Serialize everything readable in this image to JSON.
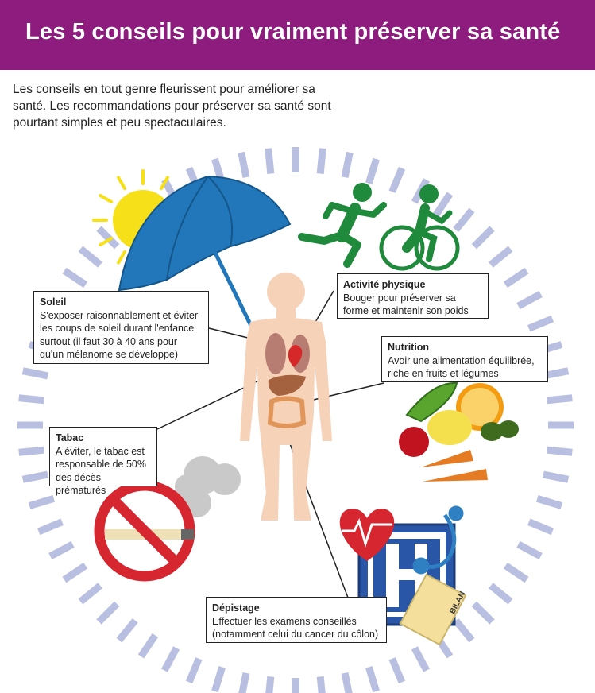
{
  "header": {
    "title": "Les 5 conseils pour vraiment préserver sa santé"
  },
  "intro": "Les conseils en tout genre fleurissent pour améliorer sa santé. Les recommandations pour préserver sa santé sont pourtant simples et peu spectaculaires.",
  "tips": {
    "soleil": {
      "title": "Soleil",
      "text": "S'exposer raisonnablement et éviter les coups de soleil durant l'enfance surtout (il faut 30 à 40 ans pour qu'un mélanome se développe)"
    },
    "activite": {
      "title": "Activité physique",
      "text": "Bouger pour préserver sa forme et maintenir son poids"
    },
    "nutrition": {
      "title": "Nutrition",
      "text": "Avoir une alimentation équilibrée, riche en fruits et légumes"
    },
    "tabac": {
      "title": "Tabac",
      "text": "A éviter, le tabac est responsable de 50% des décès prématurés"
    },
    "depistage": {
      "title": "Dépistage",
      "text": "Effectuer les examens conseillés (notamment celui du cancer du côlon)"
    }
  },
  "bilan_label": "BILAN",
  "colors": {
    "header": "#8e1b7e",
    "ring": "#b9bfe0",
    "green": "#1f8a3b",
    "umbrella": "#2277bb",
    "sun": "#f6e01a",
    "hospital": "#2a56a8",
    "body": "#f6d3b8"
  }
}
